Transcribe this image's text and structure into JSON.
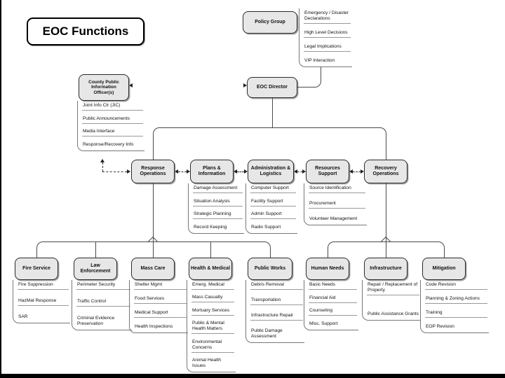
{
  "title": "EOC Functions",
  "colors": {
    "box_fill": "#e7e7e7",
    "box_border": "#2b2b2b",
    "connector": "#4a4a4a",
    "underline": "#999999",
    "background": "#ffffff"
  },
  "nodes": {
    "policy_group": {
      "label": "Policy Group",
      "items": [
        "Emergency / Disaster Declarations",
        "High Level Decisions",
        "Legal Implications",
        "VIP Interaction"
      ]
    },
    "county_pio": {
      "label": "County Public Information Officer(s)",
      "items": [
        "Joint Info Ctr (JIC)",
        "Public Announcements",
        "Media Interface",
        "Response/Recovery Info"
      ]
    },
    "eoc_director": {
      "label": "EOC Director"
    },
    "response_operations": {
      "label": "Response Operations"
    },
    "plans_information": {
      "label": "Plans & Information",
      "items": [
        "Damage Assessment",
        "Situation Analysis",
        "Strategic Planning",
        "Record Keeping"
      ]
    },
    "admin_logistics": {
      "label": "Administration & Logistics",
      "items": [
        "Computer Support",
        "Facility Support",
        "Admin Support",
        "Radio Support"
      ]
    },
    "resources_support": {
      "label": "Resources Support",
      "items": [
        "Source Identification",
        "Procurement",
        "Volunteer Management"
      ]
    },
    "recovery_operations": {
      "label": "Recovery Operations"
    },
    "fire_service": {
      "label": "Fire Service",
      "items": [
        "Fire Suppression",
        "HazMat Response",
        "SAR"
      ]
    },
    "law_enforcement": {
      "label": "Law Enforcement",
      "items": [
        "Perimeter Security",
        "Traffic Control",
        "Criminal Evidence Preservation"
      ]
    },
    "mass_care": {
      "label": "Mass Care",
      "items": [
        "Shelter Mgmt",
        "Food Services",
        "Medical Support",
        "Health Inspections"
      ]
    },
    "health_medical": {
      "label": "Health & Medical",
      "items": [
        "Emerg. Medical",
        "Mass Casualty",
        "Mortuary Services",
        "Public & Mental Health Matters",
        "Environmental Concerns",
        "Animal Health Issues"
      ]
    },
    "public_works": {
      "label": "Public Works",
      "items": [
        "Debris Removal",
        "Transportation",
        "Infrastructure Repair",
        "Public Damage Assessment"
      ]
    },
    "human_needs": {
      "label": "Human Needs",
      "items": [
        "Basic Needs",
        "Financial Aid",
        "Counseling",
        "Misc. Support"
      ]
    },
    "infrastructure": {
      "label": "Infrastructure",
      "items": [
        "Repair / Replacement of Property",
        "Public Assistance Grants"
      ]
    },
    "mitigation": {
      "label": "Mitigation",
      "items": [
        "Code Revision",
        "Planning & Zoning Actions",
        "Training",
        "EOP Revision"
      ]
    }
  }
}
